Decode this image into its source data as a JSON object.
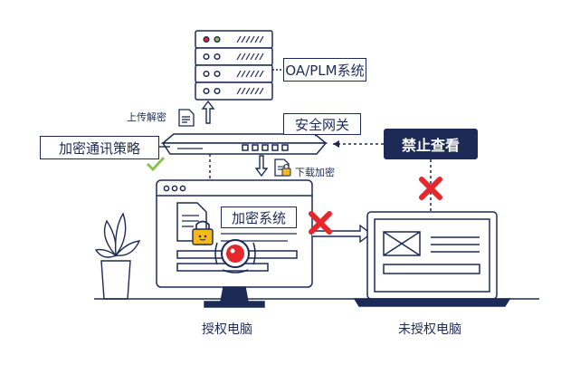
{
  "labels": {
    "server": "OA/PLM系统",
    "gateway": "安全网关",
    "policy": "加密通讯策略",
    "blocked": "禁止查看",
    "upload": "上传解密",
    "download": "下载加密",
    "encrypt_system": "加密系统",
    "authorized_pc": "授权电脑",
    "unauthorized_pc": "未授权电脑"
  },
  "icons": [
    "server-stack-icon",
    "gateway-device-icon",
    "document-icon",
    "lock-icon",
    "monitor-icon",
    "laptop-icon",
    "plant-icon",
    "check-icon",
    "cross-icon",
    "record-icon",
    "image-placeholder-icon"
  ],
  "colors": {
    "navy": "#1d2a57",
    "red": "#e5262d",
    "green": "#8bc34a",
    "lock_yellow": "#f5b81d",
    "background": "#ffffff"
  }
}
